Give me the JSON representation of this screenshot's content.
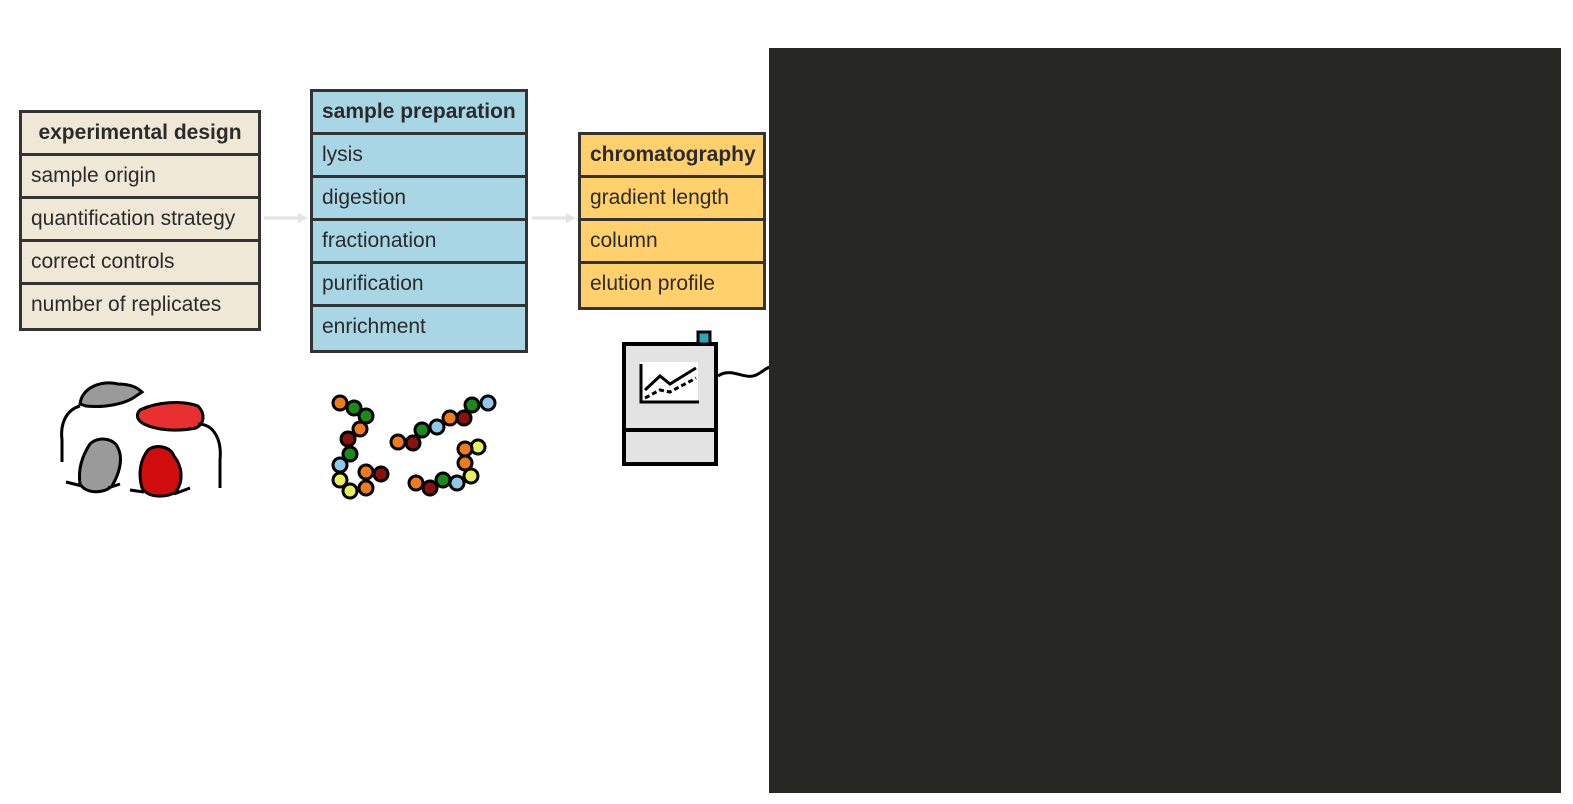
{
  "stages": {
    "design": {
      "title": "experimental design",
      "items": [
        "sample origin",
        "quantification strategy",
        "correct controls",
        "number of replicates"
      ]
    },
    "preparation": {
      "title": "sample preparation",
      "items": [
        "lysis",
        "digestion",
        "fractionation",
        "purification",
        "enrichment"
      ]
    },
    "chromatography": {
      "title": "chromatography",
      "items": [
        "gradient length",
        "column",
        "elution profile"
      ]
    }
  },
  "colors": {
    "design": "#efe8d6",
    "preparation": "#a9d6e5",
    "chromatography": "#ffd06c",
    "dark_panel": "#272723",
    "arrow": "#e3e3e3"
  },
  "icons": [
    "mouse-icon",
    "peptide-chain-icon",
    "hplc-instrument-icon"
  ]
}
